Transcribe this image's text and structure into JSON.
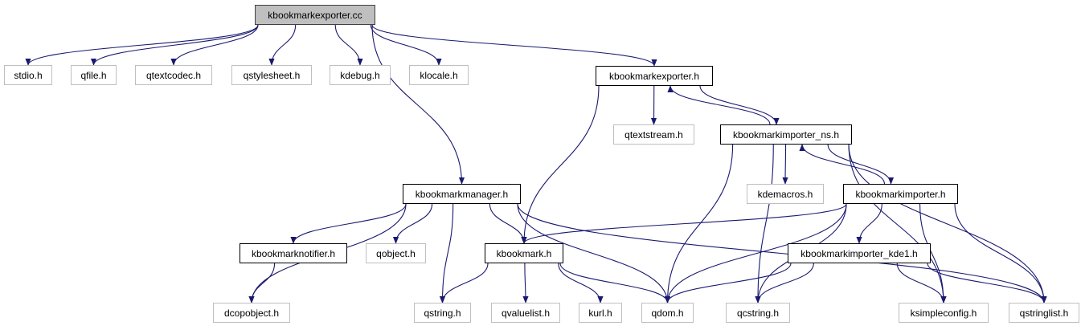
{
  "graph": {
    "edge_color": "#191970",
    "root_fill": "#bfbfbf",
    "nodes": [
      {
        "id": "root",
        "label": "kbookmarkexporter.cc",
        "kind": "root"
      },
      {
        "id": "stdio",
        "label": "stdio.h",
        "kind": "ext"
      },
      {
        "id": "qfile",
        "label": "qfile.h",
        "kind": "ext"
      },
      {
        "id": "qtextcodec",
        "label": "qtextcodec.h",
        "kind": "ext"
      },
      {
        "id": "qstylesheet",
        "label": "qstylesheet.h",
        "kind": "ext"
      },
      {
        "id": "kdebug",
        "label": "kdebug.h",
        "kind": "ext"
      },
      {
        "id": "klocale",
        "label": "klocale.h",
        "kind": "ext"
      },
      {
        "id": "exporter",
        "label": "kbookmarkexporter.h",
        "kind": "doc"
      },
      {
        "id": "qtextstream",
        "label": "qtextstream.h",
        "kind": "ext"
      },
      {
        "id": "importer_ns",
        "label": "kbookmarkimporter_ns.h",
        "kind": "doc"
      },
      {
        "id": "manager",
        "label": "kbookmarkmanager.h",
        "kind": "doc"
      },
      {
        "id": "kdemacros",
        "label": "kdemacros.h",
        "kind": "ext"
      },
      {
        "id": "importer",
        "label": "kbookmarkimporter.h",
        "kind": "doc"
      },
      {
        "id": "notifier",
        "label": "kbookmarknotifier.h",
        "kind": "doc"
      },
      {
        "id": "qobject",
        "label": "qobject.h",
        "kind": "ext"
      },
      {
        "id": "kbookmark",
        "label": "kbookmark.h",
        "kind": "doc"
      },
      {
        "id": "kde1",
        "label": "kbookmarkimporter_kde1.h",
        "kind": "doc"
      },
      {
        "id": "dcopobject",
        "label": "dcopobject.h",
        "kind": "ext"
      },
      {
        "id": "qstring",
        "label": "qstring.h",
        "kind": "ext"
      },
      {
        "id": "qvaluelist",
        "label": "qvaluelist.h",
        "kind": "ext"
      },
      {
        "id": "kurl",
        "label": "kurl.h",
        "kind": "ext"
      },
      {
        "id": "qdom",
        "label": "qdom.h",
        "kind": "ext"
      },
      {
        "id": "qcstring",
        "label": "qcstring.h",
        "kind": "ext"
      },
      {
        "id": "ksimpleconfig",
        "label": "ksimpleconfig.h",
        "kind": "ext"
      },
      {
        "id": "qstringlist",
        "label": "qstringlist.h",
        "kind": "ext"
      }
    ],
    "edges": [
      [
        "root",
        "stdio"
      ],
      [
        "root",
        "qfile"
      ],
      [
        "root",
        "qtextcodec"
      ],
      [
        "root",
        "qstylesheet"
      ],
      [
        "root",
        "kdebug"
      ],
      [
        "root",
        "klocale"
      ],
      [
        "root",
        "manager"
      ],
      [
        "root",
        "exporter"
      ],
      [
        "exporter",
        "qtextstream"
      ],
      [
        "exporter",
        "importer_ns"
      ],
      [
        "exporter",
        "kbookmark"
      ],
      [
        "importer_ns",
        "exporter"
      ],
      [
        "importer_ns",
        "kdemacros"
      ],
      [
        "importer_ns",
        "importer"
      ],
      [
        "importer_ns",
        "qdom"
      ],
      [
        "importer_ns",
        "qcstring"
      ],
      [
        "importer_ns",
        "ksimpleconfig"
      ],
      [
        "importer_ns",
        "qstringlist"
      ],
      [
        "importer",
        "importer_ns"
      ],
      [
        "importer",
        "kbookmark"
      ],
      [
        "importer",
        "qdom"
      ],
      [
        "importer",
        "qcstring"
      ],
      [
        "importer",
        "kde1"
      ],
      [
        "importer",
        "ksimpleconfig"
      ],
      [
        "importer",
        "qstringlist"
      ],
      [
        "manager",
        "dcopobject"
      ],
      [
        "manager",
        "notifier"
      ],
      [
        "manager",
        "qobject"
      ],
      [
        "manager",
        "qstring"
      ],
      [
        "manager",
        "kbookmark"
      ],
      [
        "manager",
        "qdom"
      ],
      [
        "manager",
        "qstringlist"
      ],
      [
        "notifier",
        "dcopobject"
      ],
      [
        "kbookmark",
        "qstring"
      ],
      [
        "kbookmark",
        "qvaluelist"
      ],
      [
        "kbookmark",
        "kurl"
      ],
      [
        "kbookmark",
        "qdom"
      ],
      [
        "kde1",
        "qdom"
      ],
      [
        "kde1",
        "qcstring"
      ],
      [
        "kde1",
        "ksimpleconfig"
      ],
      [
        "kde1",
        "qstringlist"
      ]
    ]
  }
}
